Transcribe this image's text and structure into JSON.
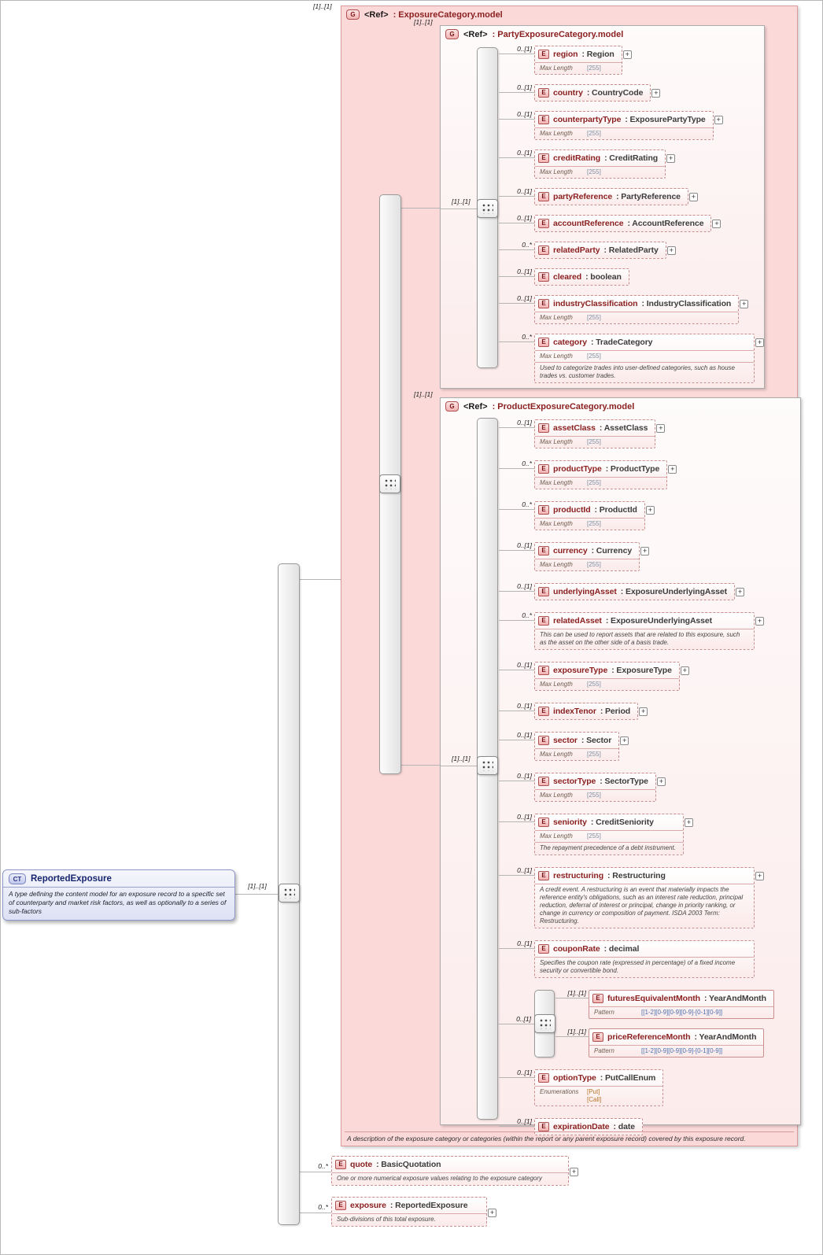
{
  "badges": {
    "complex_type": "CT",
    "group": "G",
    "element": "E"
  },
  "icons": {
    "expand": "+"
  },
  "labels": {
    "root_to_sequence_cardinality": "[1]..[1]",
    "exposure_category_cardinality": "[1]..[1]",
    "party_group_cardinality": "[1]..[1]",
    "party_sequence_cardinality": "[1]..[1]",
    "product_group_cardinality": "[1]..[1]",
    "product_sequence_cardinality": "[1]..[1]"
  },
  "complex_type": {
    "title": "ReportedExposure",
    "doc": "A type defining the content model for an exposure record to a specific set of counterparty and market risk factors, as well as optionally to a series of sub-factors"
  },
  "exposure_category_group": {
    "ref_label": "<Ref>",
    "type": ": ExposureCategory.model",
    "footer": "A description of the exposure category or categories (within the report or any parent exposure record) covered by this exposure record."
  },
  "party_group": {
    "ref_label": "<Ref>",
    "type": ": PartyExposureCategory.model",
    "elements": [
      {
        "name": "region",
        "type": ": Region",
        "cardinality": "0..[1]",
        "facets": [
          {
            "label": "Max Length",
            "kind": "length",
            "values": [
              "[255]"
            ]
          }
        ],
        "expand": true
      },
      {
        "name": "country",
        "type": ": CountryCode",
        "cardinality": "0..[1]",
        "expand": true
      },
      {
        "name": "counterpartyType",
        "type": ": ExposurePartyType",
        "cardinality": "0..[1]",
        "facets": [
          {
            "label": "Max Length",
            "kind": "length",
            "values": [
              "[255]"
            ]
          }
        ],
        "expand": true
      },
      {
        "name": "creditRating",
        "type": ": CreditRating",
        "cardinality": "0..[1]",
        "facets": [
          {
            "label": "Max Length",
            "kind": "length",
            "values": [
              "[255]"
            ]
          }
        ],
        "expand": true
      },
      {
        "name": "partyReference",
        "type": ": PartyReference",
        "cardinality": "0..[1]",
        "expand": true
      },
      {
        "name": "accountReference",
        "type": ": AccountReference",
        "cardinality": "0..[1]",
        "expand": true
      },
      {
        "name": "relatedParty",
        "type": ": RelatedParty",
        "cardinality": "0..*",
        "expand": true
      },
      {
        "name": "cleared",
        "type": ": boolean",
        "cardinality": "0..[1]"
      },
      {
        "name": "industryClassification",
        "type": ": IndustryClassification",
        "cardinality": "0..[1]",
        "facets": [
          {
            "label": "Max Length",
            "kind": "length",
            "values": [
              "[255]"
            ]
          }
        ],
        "expand": true
      },
      {
        "name": "category",
        "type": ": TradeCategory",
        "cardinality": "0..*",
        "facets": [
          {
            "label": "Max Length",
            "kind": "length",
            "values": [
              "[255]"
            ]
          }
        ],
        "doc": "Used to categorize trades into user-defined categories, such as house trades vs. customer trades.",
        "expand": true
      }
    ]
  },
  "product_group": {
    "ref_label": "<Ref>",
    "type": ": ProductExposureCategory.model",
    "elements": [
      {
        "name": "assetClass",
        "type": ": AssetClass",
        "cardinality": "0..[1]",
        "facets": [
          {
            "label": "Max Length",
            "kind": "length",
            "values": [
              "[255]"
            ]
          }
        ],
        "expand": true
      },
      {
        "name": "productType",
        "type": ": ProductType",
        "cardinality": "0..*",
        "facets": [
          {
            "label": "Max Length",
            "kind": "length",
            "values": [
              "[255]"
            ]
          }
        ],
        "expand": true
      },
      {
        "name": "productId",
        "type": ": ProductId",
        "cardinality": "0..*",
        "facets": [
          {
            "label": "Max Length",
            "kind": "length",
            "values": [
              "[255]"
            ]
          }
        ],
        "expand": true
      },
      {
        "name": "currency",
        "type": ": Currency",
        "cardinality": "0..[1]",
        "facets": [
          {
            "label": "Max Length",
            "kind": "length",
            "values": [
              "[255]"
            ]
          }
        ],
        "expand": true
      },
      {
        "name": "underlyingAsset",
        "type": ": ExposureUnderlyingAsset",
        "cardinality": "0..[1]",
        "expand": true
      },
      {
        "name": "relatedAsset",
        "type": ": ExposureUnderlyingAsset",
        "cardinality": "0..*",
        "doc": "This can be used to report assets that are related to this exposure, such as the asset on the other side of a basis trade.",
        "expand": true
      },
      {
        "name": "exposureType",
        "type": ": ExposureType",
        "cardinality": "0..[1]",
        "facets": [
          {
            "label": "Max Length",
            "kind": "length",
            "values": [
              "[255]"
            ]
          }
        ],
        "expand": true
      },
      {
        "name": "indexTenor",
        "type": ": Period",
        "cardinality": "0..[1]",
        "expand": true
      },
      {
        "name": "sector",
        "type": ": Sector",
        "cardinality": "0..[1]",
        "facets": [
          {
            "label": "Max Length",
            "kind": "length",
            "values": [
              "[255]"
            ]
          }
        ],
        "expand": true
      },
      {
        "name": "sectorType",
        "type": ": SectorType",
        "cardinality": "0..[1]",
        "facets": [
          {
            "label": "Max Length",
            "kind": "length",
            "values": [
              "[255]"
            ]
          }
        ],
        "expand": true
      },
      {
        "name": "seniority",
        "type": ": CreditSeniority",
        "cardinality": "0..[1]",
        "facets": [
          {
            "label": "Max Length",
            "kind": "length",
            "values": [
              "[255]"
            ]
          }
        ],
        "doc": "The repayment precedence of a debt instrument.",
        "expand": true
      },
      {
        "name": "restructuring",
        "type": ": Restructuring",
        "cardinality": "0..[1]",
        "doc": "A credit event. A restructuring is an event that materially impacts the reference entity's obligations, such as an interest rate reduction, principal reduction, deferral of interest or principal, change in priority ranking, or change in currency or composition of payment. ISDA 2003 Term: Restructuring.",
        "expand": true
      },
      {
        "name": "couponRate",
        "type": ": decimal",
        "cardinality": "0..[1]",
        "doc": "Specifies the coupon rate (expressed in percentage) of a fixed income security or convertible bond."
      },
      {
        "sequence": true,
        "cardinality": "0..[1]",
        "elements": [
          {
            "name": "futuresEquivalentMonth",
            "type": ": YearAndMonth",
            "cardinality": "[1]..[1]",
            "required": true,
            "facets": [
              {
                "label": "Pattern",
                "kind": "pattern",
                "values": [
                  "[[1-2][0-9][0-9][0-9]-[0-1][0-9]]"
                ]
              }
            ]
          },
          {
            "name": "priceReferenceMonth",
            "type": ": YearAndMonth",
            "cardinality": "[1]..[1]",
            "required": true,
            "facets": [
              {
                "label": "Pattern",
                "kind": "pattern",
                "values": [
                  "[[1-2][0-9][0-9][0-9]-[0-1][0-9]]"
                ]
              }
            ]
          }
        ]
      },
      {
        "name": "optionType",
        "type": ": PutCallEnum",
        "cardinality": "0..[1]",
        "facets": [
          {
            "label": "Enumerations",
            "kind": "enum",
            "values": [
              "[Put]",
              "[Call]"
            ]
          }
        ]
      },
      {
        "name": "expirationDate",
        "type": ": date",
        "cardinality": "0..[1]"
      }
    ]
  },
  "quote_element": {
    "name": "quote",
    "type": ": BasicQuotation",
    "cardinality": "0..*",
    "doc": "One or more numerical exposure values relating to the exposure category",
    "expand": true
  },
  "exposure_element": {
    "name": "exposure",
    "type": ": ReportedExposure",
    "cardinality": "0..*",
    "doc": "Sub-divisions of this total exposure.",
    "expand": true
  }
}
